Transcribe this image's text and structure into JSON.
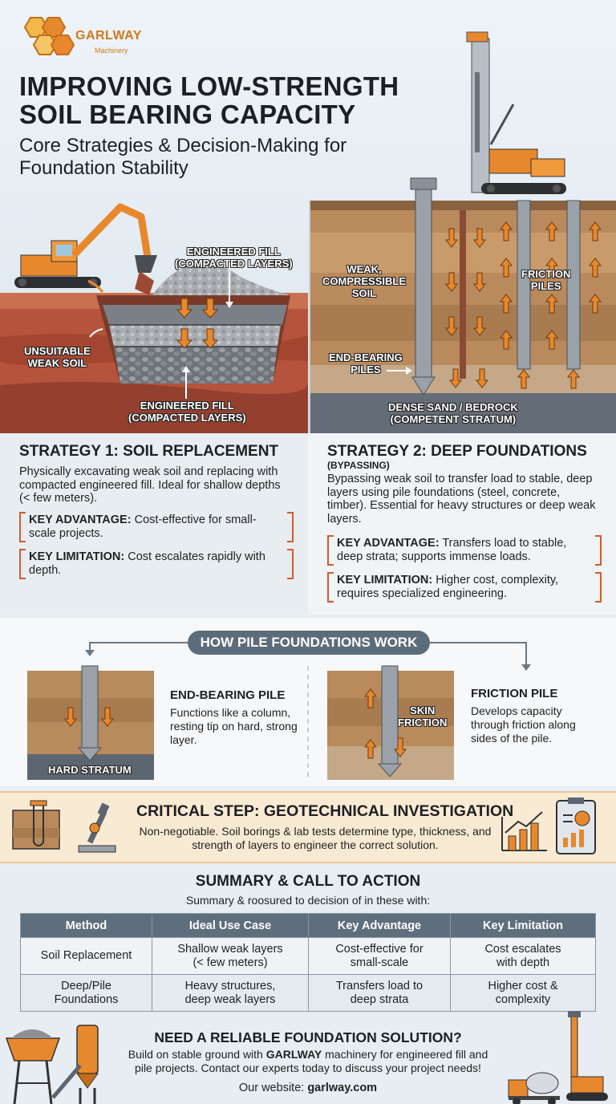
{
  "brand": {
    "name": "GARLWAY",
    "sub": "Machinery"
  },
  "hero": {
    "title_line1": "IMPROVING LOW-STRENGTH",
    "title_line2": "SOIL BEARING CAPACITY",
    "subtitle": "Core Strategies & Decision-Making for Foundation Stability"
  },
  "replacement_scene": {
    "fill_top_label": "ENGINEERED FILL\n(COMPACTED LAYERS)",
    "fill_bottom_label": "ENGINEERED FILL\n(COMPACTED LAYERS)",
    "weak_soil_label": "UNSUITABLE\nWEAK SOIL"
  },
  "pile_scene": {
    "weak_soil_label": "WEAK,\nCOMPRESSIBLE\nSOIL",
    "friction_label": "FRICTION\nPILES",
    "end_bearing_label": "END-BEARING\nPILES",
    "bedrock_label": "DENSE SAND / BEDROCK\n(COMPETENT STRATUM)"
  },
  "strategy1": {
    "title": "STRATEGY 1: SOIL REPLACEMENT",
    "text": "Physically excavating weak soil and replacing with compacted engineered fill. Ideal for shallow depths (< few meters).",
    "adv_label": "KEY ADVANTAGE:",
    "adv_text": " Cost-effective for small-scale projects.",
    "lim_label": "KEY LIMITATION:",
    "lim_text": " Cost escalates rapidly with depth."
  },
  "strategy2": {
    "title": "STRATEGY 2: DEEP FOUNDATIONS",
    "note": "(BYPASSING)",
    "text": "Bypassing weak soil to transfer load to stable, deep layers using pile foundations (steel, concrete, timber). Essential for heavy structures or deep weak layers.",
    "adv_label": "KEY ADVANTAGE:",
    "adv_text": " Transfers load to stable, deep strata; supports immense loads.",
    "lim_label": "KEY LIMITATION:",
    "lim_text": " Higher cost, complexity, requires specialized engineering."
  },
  "how": {
    "title": "HOW PILE FOUNDATIONS WORK",
    "end_title": "END-BEARING PILE",
    "end_desc": "Functions like a column, resting tip on hard, strong layer.",
    "hard_label": "HARD STRATUM",
    "friction_title": "FRICTION PILE",
    "friction_desc": "Develops capacity through friction along sides of the pile.",
    "skin_label": "SKIN\nFRICTION"
  },
  "geotech": {
    "title": "CRITICAL STEP: GEOTECHNICAL INVESTIGATION",
    "text": "Non-negotiable. Soil borings & lab tests determine type, thickness, and strength of layers to engineer the correct solution."
  },
  "summary": {
    "title": "SUMMARY & CALL TO ACTION",
    "subtitle": "Summary & roosured to decision of in these with:",
    "headers": [
      "Method",
      "Ideal Use Case",
      "Key Advantage",
      "Key Limitation"
    ],
    "rows": [
      [
        "Soil Replacement",
        "Shallow weak layers\n(< few meters)",
        "Cost-effective for\nsmall-scale",
        "Cost escalates\nwith depth"
      ],
      [
        "Deep/Pile\nFoundations",
        "Heavy structures,\ndeep weak layers",
        "Transfers load to\ndeep strata",
        "Higher cost &\ncomplexity"
      ]
    ]
  },
  "cta": {
    "title": "NEED A RELIABLE FOUNDATION SOLUTION?",
    "text_pre": "Build on stable ground with ",
    "text_brand": "GARLWAY",
    "text_post": " machinery for engineered fill and pile projects. Contact our experts today to discuss your project needs!",
    "website_label": "Our website: ",
    "website": "garlway.com"
  },
  "colors": {
    "accent_orange": "#e8882c",
    "bracket": "#d45a2a",
    "slate": "#5c6c7a",
    "soil": "#b98a5c",
    "red_soil": "#b5533c"
  }
}
